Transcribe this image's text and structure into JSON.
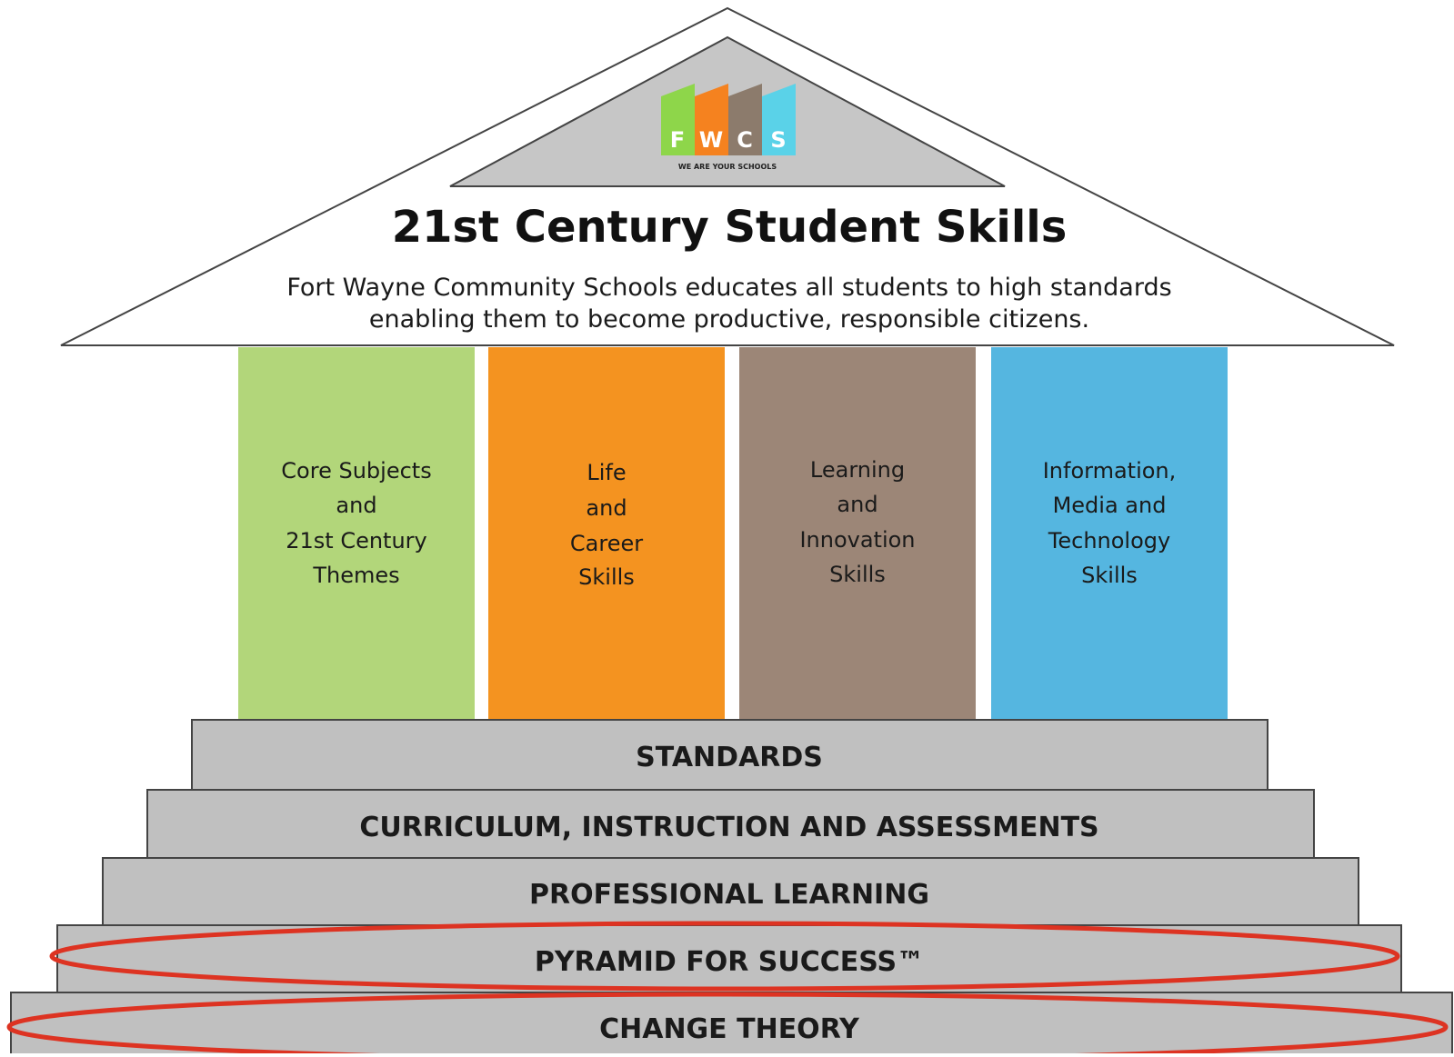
{
  "roof": {
    "title": "21st Century Student Skills",
    "subtitle_line1": "Fort Wayne Community Schools educates all students to high standards",
    "subtitle_line2": "enabling them to become productive, responsible citizens."
  },
  "logo": {
    "letters": [
      "F",
      "W",
      "C",
      "S"
    ],
    "tagline": "WE ARE YOUR SCHOOLS",
    "colors": [
      "#8ed64a",
      "#f5821f",
      "#8c7b6c",
      "#5ad2e8"
    ]
  },
  "pillars": [
    {
      "lines": [
        "Core Subjects",
        "and",
        "21st Century",
        "Themes"
      ],
      "color": "#b2d67a"
    },
    {
      "lines": [
        "Life",
        "and",
        "Career",
        "Skills"
      ],
      "color": "#f49320"
    },
    {
      "lines": [
        "Learning",
        "and",
        "Innovation",
        "Skills"
      ],
      "color": "#9c8677"
    },
    {
      "lines": [
        "Information,",
        "Media and",
        "Technology",
        "Skills"
      ],
      "color": "#55b6e0"
    }
  ],
  "steps": [
    {
      "label": "STANDARDS",
      "highlighted": false
    },
    {
      "label": "CURRICULUM, INSTRUCTION AND ASSESSMENTS",
      "highlighted": false
    },
    {
      "label": "PROFESSIONAL LEARNING",
      "highlighted": false
    },
    {
      "label": "PYRAMID FOR SUCCESS™",
      "highlighted": true
    },
    {
      "label": "CHANGE THEORY",
      "highlighted": true
    }
  ],
  "colors": {
    "step_fill": "#c0c0c0",
    "highlight": "#dd3322"
  }
}
